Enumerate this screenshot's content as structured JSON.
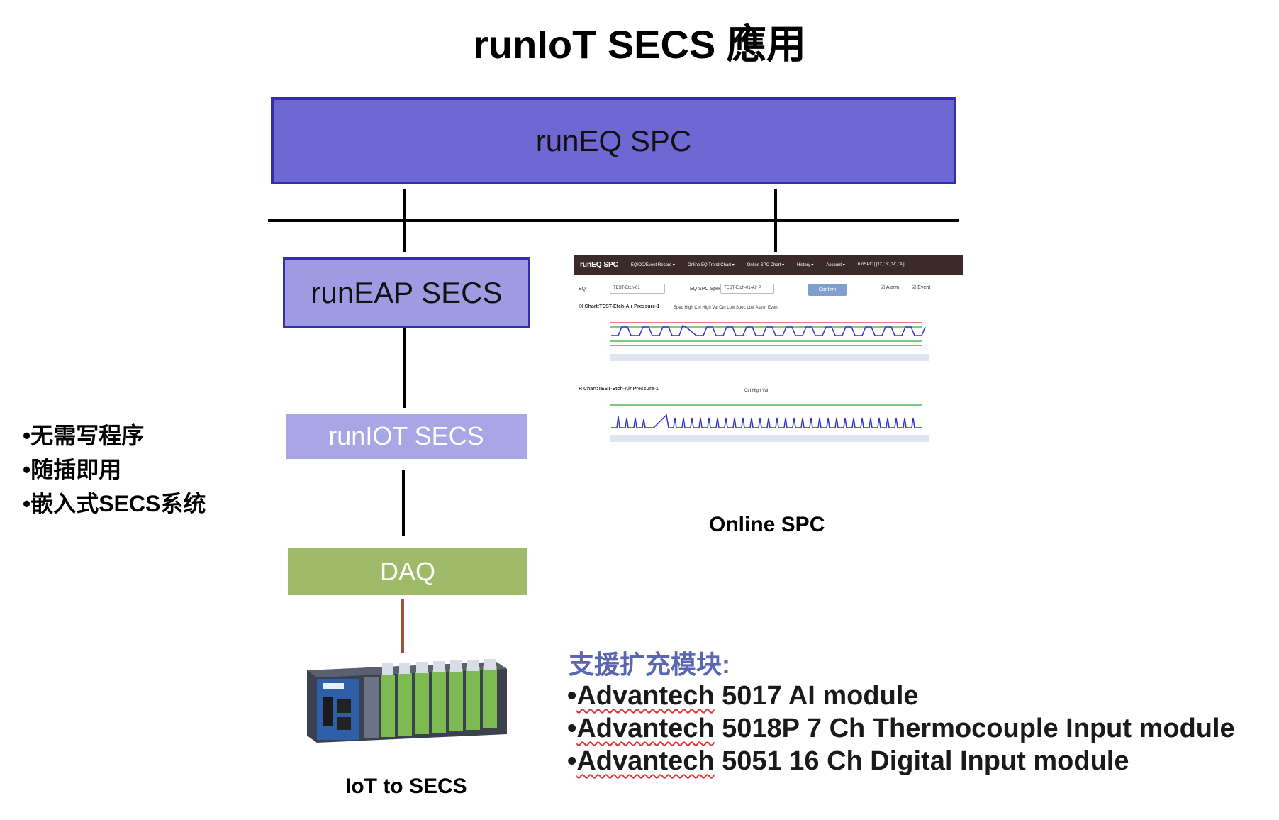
{
  "title": "runIoT SECS 應用",
  "boxes": {
    "runeq": "runEQ SPC",
    "runeap": "runEAP SECS",
    "runiot": "runIOT SECS",
    "daq": "DAQ"
  },
  "features": [
    "•无需写程序",
    "•随插即用",
    "•嵌入式SECS系统"
  ],
  "captions": {
    "online_spc": "Online SPC",
    "iot_to_secs": "IoT to SECS"
  },
  "extension": {
    "heading": "支援扩充模块:",
    "modules": [
      {
        "bullet": "•",
        "brand": "Advantech",
        "rest": " 5017 AI module"
      },
      {
        "bullet": "•",
        "brand": "Advantech",
        "rest": " 5018P 7 Ch Thermocouple Input module"
      },
      {
        "bullet": "•",
        "brand": "Advantech",
        "rest": " 5051 16 Ch Digital Input module"
      }
    ]
  },
  "spc_screenshot": {
    "brand": "runEQ SPC",
    "nav": [
      "EQ/OC/Event Record ▾",
      "Online EQ Trend Chart ▾",
      "Online SPC Chart ▾",
      "History ▾",
      "Account ▾",
      "runSPC | ['D', 'S', 'M', 'A']"
    ],
    "eq_label": "EQ",
    "eq_value": "TEST-Etch-01",
    "spec_label": "EQ SPC Spec",
    "spec_value": "TEST-Etch-01-Air P",
    "confirm": "Confirm",
    "alarm": "Alarm",
    "event": "Event",
    "chart1_title": "IX Chart:TEST-Etch-Air Pressure-1",
    "chart1_legend": "Spec High  Ctrl High  Val  Ctrl Low  Spec Low  Alarm  Event",
    "chart2_title": "R Chart:TEST-Etch-Air Pressure-1",
    "chart2_legend": "Ctrl High  Val"
  },
  "colors": {
    "runeq": "#6e69d2",
    "runeap": "#9e9be2",
    "runiot": "#a9a6e6",
    "daq": "#9fbb69",
    "wire_daq": "#a0523a",
    "ext_heading": "#5a66b0"
  }
}
